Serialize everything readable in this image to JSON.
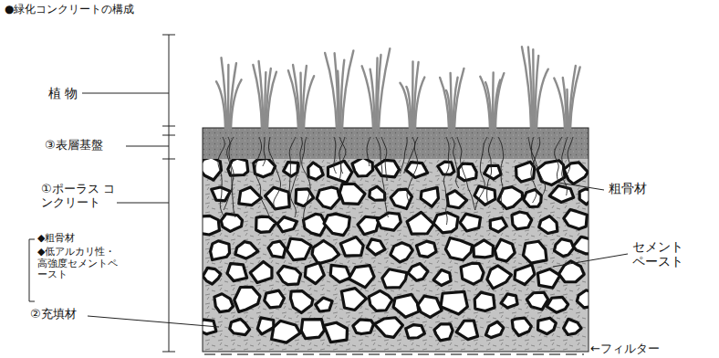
{
  "diagram": {
    "title": "●緑化コンクリートの構成",
    "labels": [
      "植 物",
      "③表層基盤",
      "①ポーラス コンクリート",
      "◆粗骨材",
      "◆低アルカリ性・高強度セメントペースト",
      "②充填材",
      "粗骨材",
      "セメント ペースト",
      "←フィルター"
    ]
  }
}
